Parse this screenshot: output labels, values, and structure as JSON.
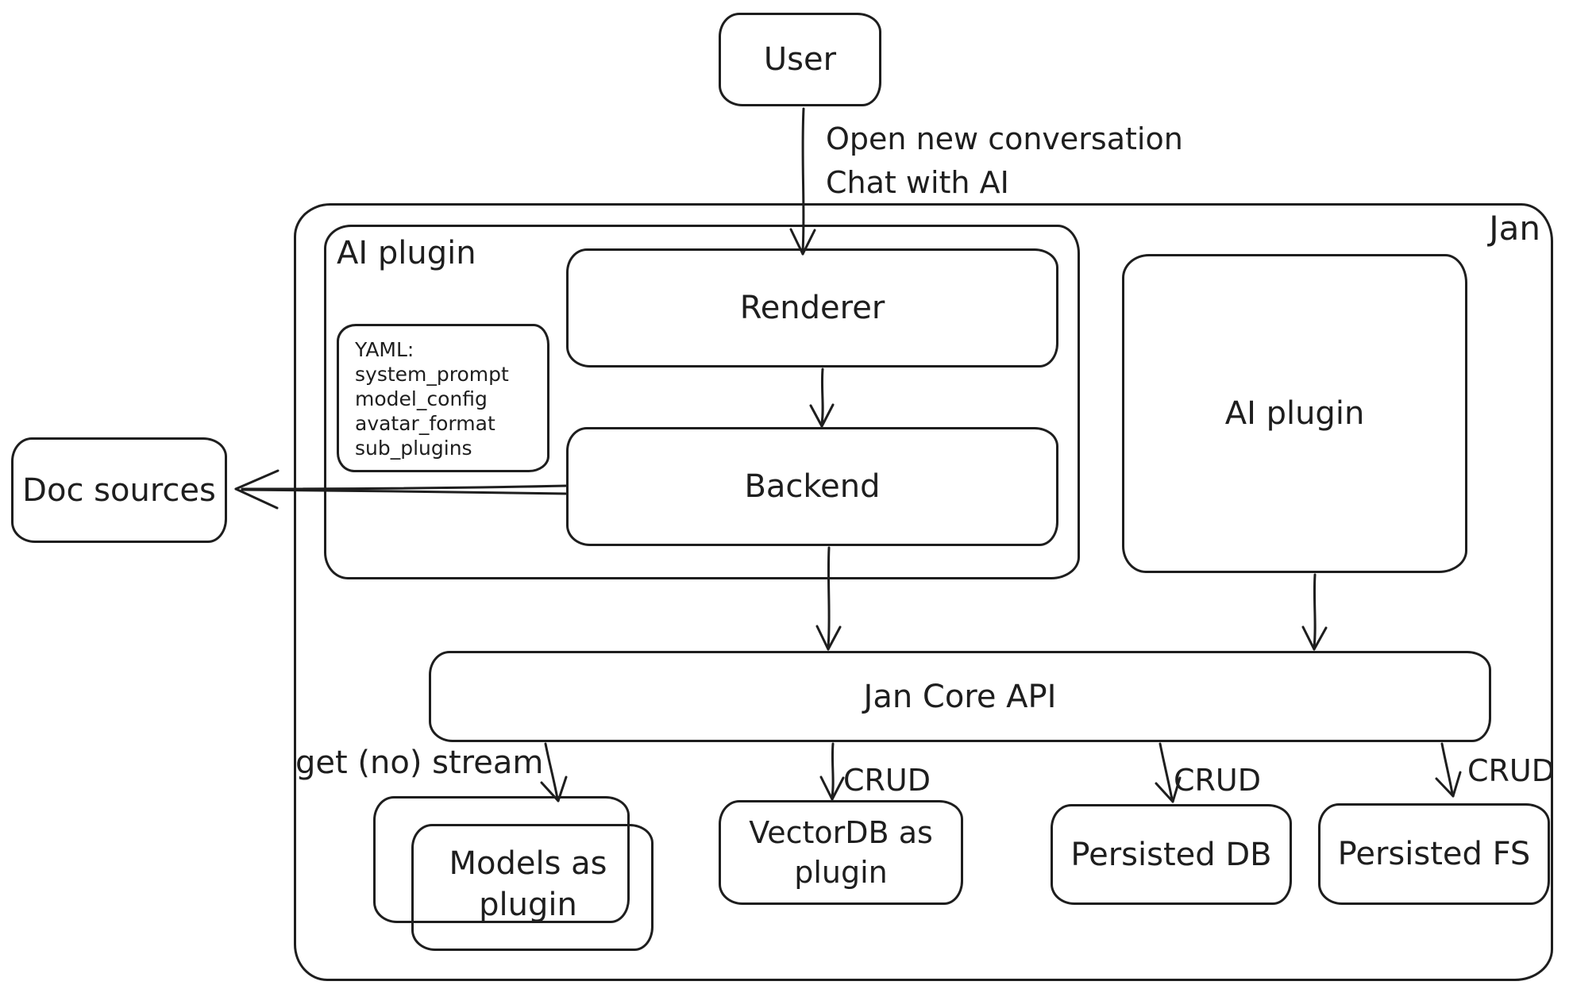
{
  "colors": {
    "ink": "#1e1e1e",
    "background": "#ffffff"
  },
  "outer": {
    "label": "Jan"
  },
  "nodes": {
    "user": {
      "label": "User"
    },
    "ai_plugin_group": {
      "label": "AI plugin"
    },
    "renderer": {
      "label": "Renderer"
    },
    "yaml_note": {
      "text": "YAML:\nsystem_prompt\nmodel_config\navatar_format\nsub_plugins"
    },
    "backend": {
      "label": "Backend"
    },
    "doc_sources": {
      "label": "Doc sources"
    },
    "ai_plugin_right": {
      "label": "AI plugin"
    },
    "jan_core_api": {
      "label": "Jan Core API"
    },
    "models_as_plugin": {
      "label": "Models as plugin"
    },
    "vectordb": {
      "label": "VectorDB as plugin"
    },
    "persisted_db": {
      "label": "Persisted DB"
    },
    "persisted_fs": {
      "label": "Persisted FS"
    }
  },
  "edges": {
    "user_to_renderer": {
      "label": "Open new conversation\nChat with AI"
    },
    "api_to_models": {
      "label": "get (no) stream"
    },
    "api_to_vectordb": {
      "label": "CRUD"
    },
    "api_to_persisted_db": {
      "label": "CRUD"
    },
    "api_to_persisted_fs": {
      "label": "CRUD"
    }
  }
}
